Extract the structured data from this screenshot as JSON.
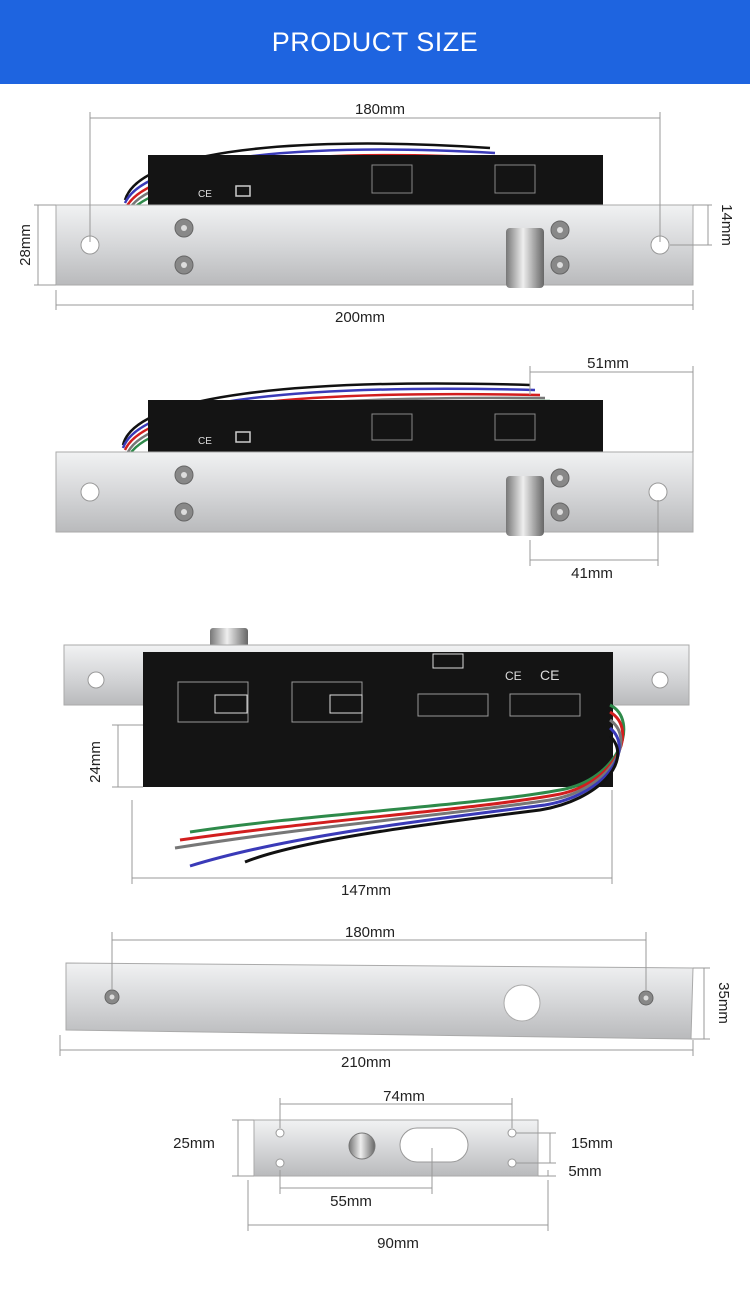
{
  "header": {
    "title": "PRODUCT SIZE"
  },
  "colors": {
    "header_bg": "#1e64e0",
    "header_text": "#ffffff",
    "plate": "#d9dadc",
    "lock_body": "#141414"
  },
  "view1": {
    "top_width": "180mm",
    "height": "28mm",
    "hole_offset": "14mm",
    "bottom_width": "200mm"
  },
  "view2": {
    "top_width": "51mm",
    "bottom_width": "41mm"
  },
  "view3": {
    "body_height": "24mm",
    "body_width": "147mm"
  },
  "view4": {
    "hole_spacing": "180mm",
    "height": "35mm",
    "width": "210mm"
  },
  "view5": {
    "hole_spacing": "74mm",
    "height": "25mm",
    "hole_offset_top": "15mm",
    "hole_offset_bottom": "5mm",
    "slot_offset": "55mm",
    "width": "90mm"
  }
}
